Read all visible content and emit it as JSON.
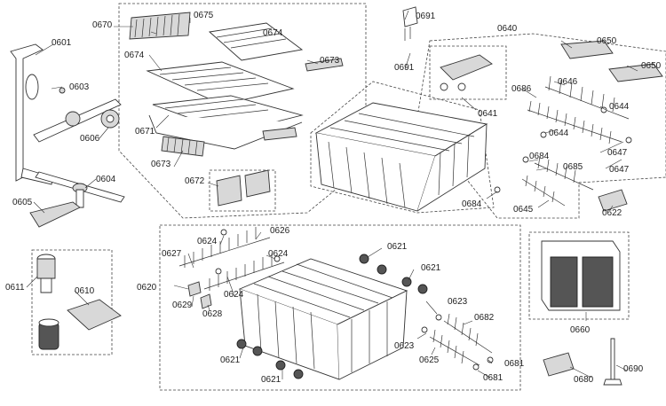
{
  "diagram": {
    "labels": [
      {
        "id": "l0601",
        "text": "0601"
      },
      {
        "id": "l0603",
        "text": "0603"
      },
      {
        "id": "l0606",
        "text": "0606"
      },
      {
        "id": "l0604",
        "text": "0604"
      },
      {
        "id": "l0605",
        "text": "0605"
      },
      {
        "id": "l0611",
        "text": "0611"
      },
      {
        "id": "l0610",
        "text": "0610"
      },
      {
        "id": "l0670",
        "text": "0670"
      },
      {
        "id": "l0675",
        "text": "0675"
      },
      {
        "id": "l0674a",
        "text": "0674"
      },
      {
        "id": "l0674b",
        "text": "0674"
      },
      {
        "id": "l0673a",
        "text": "0673"
      },
      {
        "id": "l0671",
        "text": "0671"
      },
      {
        "id": "l0673b",
        "text": "0673"
      },
      {
        "id": "l0672",
        "text": "0672"
      },
      {
        "id": "l0691a",
        "text": "0691"
      },
      {
        "id": "l0691b",
        "text": "0691"
      },
      {
        "id": "l0641",
        "text": "0641"
      },
      {
        "id": "l0640",
        "text": "0640"
      },
      {
        "id": "l0650a",
        "text": "0650"
      },
      {
        "id": "l0650b",
        "text": "0650"
      },
      {
        "id": "l0686",
        "text": "0686"
      },
      {
        "id": "l0646",
        "text": "0646"
      },
      {
        "id": "l0644a",
        "text": "0644"
      },
      {
        "id": "l0644b",
        "text": "0644"
      },
      {
        "id": "l0647a",
        "text": "0647"
      },
      {
        "id": "l0647b",
        "text": "0647"
      },
      {
        "id": "l0684a",
        "text": "0684"
      },
      {
        "id": "l0685",
        "text": "0685"
      },
      {
        "id": "l0684b",
        "text": "0684"
      },
      {
        "id": "l0645",
        "text": "0645"
      },
      {
        "id": "l0622",
        "text": "0622"
      },
      {
        "id": "l0660",
        "text": "0660"
      },
      {
        "id": "l0627",
        "text": "0627"
      },
      {
        "id": "l0624a",
        "text": "0624"
      },
      {
        "id": "l0626",
        "text": "0626"
      },
      {
        "id": "l0624b",
        "text": "0624"
      },
      {
        "id": "l0620",
        "text": "0620"
      },
      {
        "id": "l0624c",
        "text": "0624"
      },
      {
        "id": "l0629",
        "text": "0629"
      },
      {
        "id": "l0628",
        "text": "0628"
      },
      {
        "id": "l0621a",
        "text": "0621"
      },
      {
        "id": "l0621b",
        "text": "0621"
      },
      {
        "id": "l0623a",
        "text": "0623"
      },
      {
        "id": "l0682",
        "text": "0682"
      },
      {
        "id": "l0623b",
        "text": "0623"
      },
      {
        "id": "l0625",
        "text": "0625"
      },
      {
        "id": "l0681a",
        "text": "0681"
      },
      {
        "id": "l0681b",
        "text": "0681"
      },
      {
        "id": "l0621c",
        "text": "0621"
      },
      {
        "id": "l0621d",
        "text": "0621"
      },
      {
        "id": "l0680",
        "text": "0680"
      },
      {
        "id": "l0690",
        "text": "0690"
      }
    ]
  }
}
